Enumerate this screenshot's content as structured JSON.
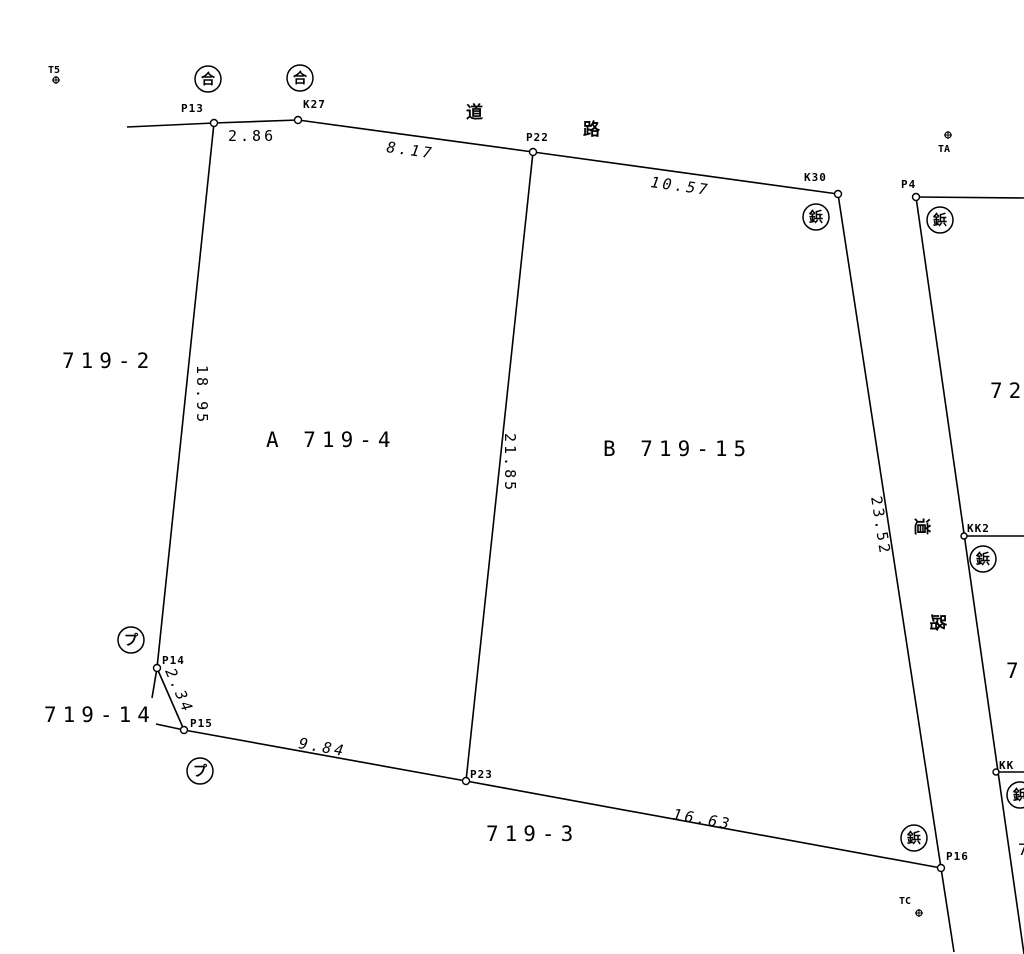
{
  "road_label": [
    "道",
    "路"
  ],
  "lots": {
    "a": "A 719-4",
    "b": "B 719-15",
    "n_719_2": "719-2",
    "n_719_14": "719-14",
    "n_719_3": "719-3",
    "right_72": "72",
    "right_7a": "7",
    "right_7b": "7"
  },
  "points": {
    "p13": "P13",
    "k27": "K27",
    "p22": "P22",
    "k30": "K30",
    "p4": "P4",
    "kk2": "KK2",
    "kk": "KK",
    "p14": "P14",
    "p15": "P15",
    "p23": "P23",
    "p16": "P16"
  },
  "benchmarks": {
    "t5": "T5",
    "ta": "TA",
    "tc": "TC"
  },
  "dimensions": {
    "d286": "2.86",
    "d817": "8.17",
    "d1057": "10.57",
    "d1895": "18.95",
    "d2185": "21.85",
    "d2352": "23.52",
    "d234": "2.34",
    "d984": "9.84",
    "d1663": "16.63"
  },
  "markers": {
    "go": "合",
    "kou": "鋲",
    "pu": "プ"
  }
}
